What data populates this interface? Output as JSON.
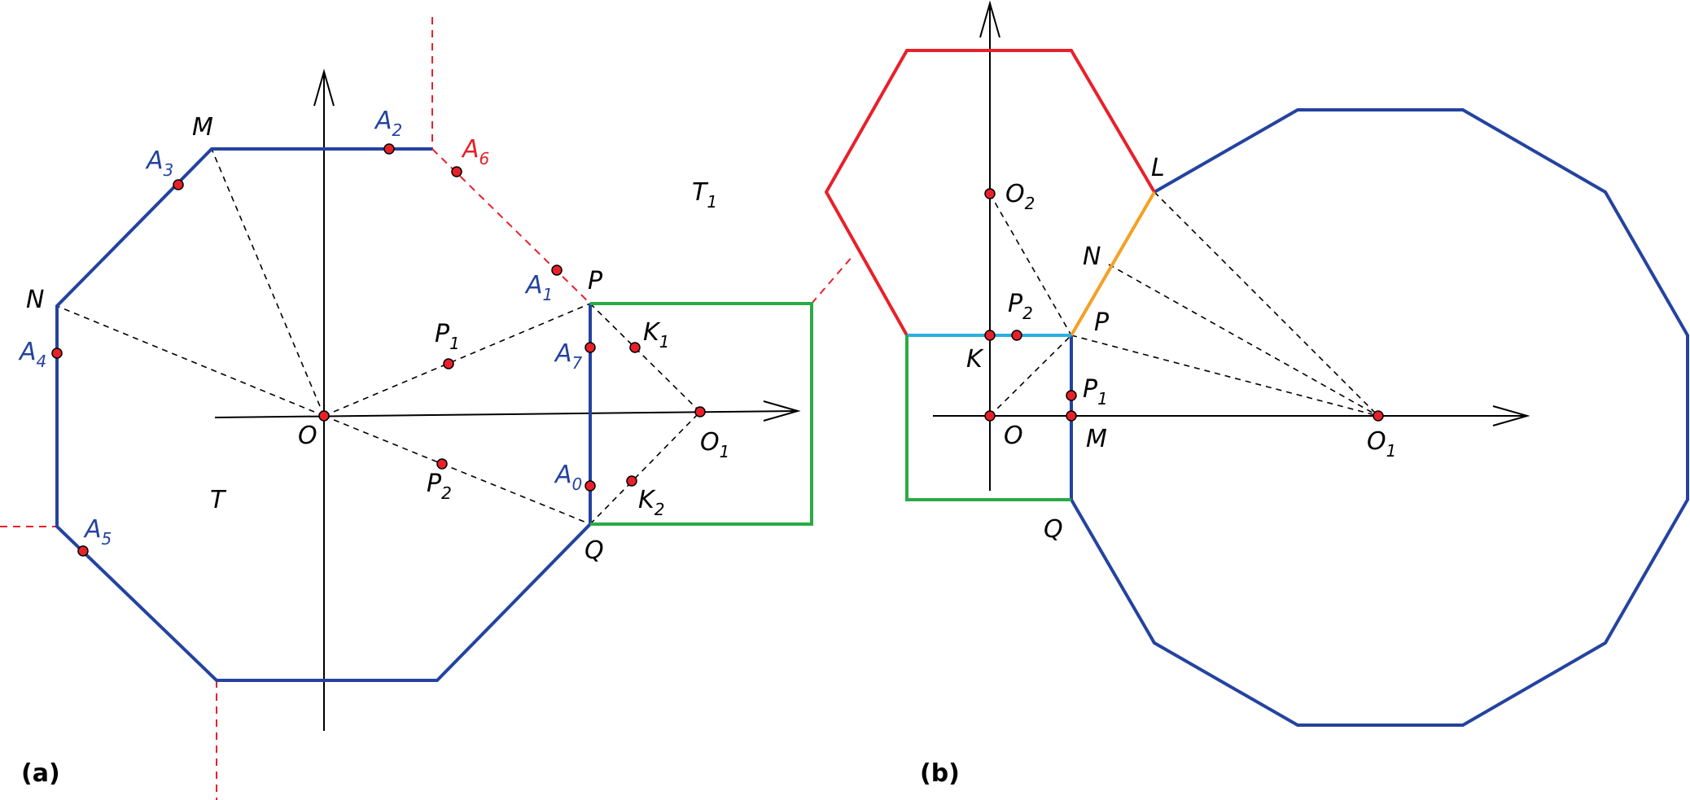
{
  "colors": {
    "blue": "#2443a0",
    "red": "#e8202a",
    "green": "#2aab44",
    "cyan": "#2ab0e0",
    "orange": "#f5a023",
    "black": "#000000",
    "point_fill": "#e8202a"
  },
  "panels": [
    {
      "id": "a",
      "tag": "(a)",
      "labels": [
        {
          "key": "M",
          "text": "M",
          "sub": "",
          "color": "black"
        },
        {
          "key": "N",
          "text": "N",
          "sub": "",
          "color": "black"
        },
        {
          "key": "P",
          "text": "P",
          "sub": "",
          "color": "black"
        },
        {
          "key": "Q",
          "text": "Q",
          "sub": "",
          "color": "black"
        },
        {
          "key": "O",
          "text": "O",
          "sub": "",
          "color": "black"
        },
        {
          "key": "O1",
          "text": "O",
          "sub": "1",
          "color": "black"
        },
        {
          "key": "T",
          "text": "T",
          "sub": "",
          "color": "black"
        },
        {
          "key": "T1",
          "text": "T",
          "sub": "1",
          "color": "black"
        },
        {
          "key": "P1",
          "text": "P",
          "sub": "1",
          "color": "black"
        },
        {
          "key": "P2",
          "text": "P",
          "sub": "2",
          "color": "black"
        },
        {
          "key": "K1",
          "text": "K",
          "sub": "1",
          "color": "black"
        },
        {
          "key": "K2",
          "text": "K",
          "sub": "2",
          "color": "black"
        },
        {
          "key": "A0",
          "text": "A",
          "sub": "0",
          "color": "blue"
        },
        {
          "key": "A1",
          "text": "A",
          "sub": "1",
          "color": "blue"
        },
        {
          "key": "A2",
          "text": "A",
          "sub": "2",
          "color": "blue"
        },
        {
          "key": "A3",
          "text": "A",
          "sub": "3",
          "color": "blue"
        },
        {
          "key": "A4",
          "text": "A",
          "sub": "4",
          "color": "blue"
        },
        {
          "key": "A5",
          "text": "A",
          "sub": "5",
          "color": "blue"
        },
        {
          "key": "A6",
          "text": "A",
          "sub": "6",
          "color": "red"
        },
        {
          "key": "A7",
          "text": "A",
          "sub": "7",
          "color": "blue"
        }
      ]
    },
    {
      "id": "b",
      "tag": "(b)",
      "labels": [
        {
          "key": "L",
          "text": "L",
          "sub": "",
          "color": "black"
        },
        {
          "key": "N",
          "text": "N",
          "sub": "",
          "color": "black"
        },
        {
          "key": "P",
          "text": "P",
          "sub": "",
          "color": "black"
        },
        {
          "key": "Q",
          "text": "Q",
          "sub": "",
          "color": "black"
        },
        {
          "key": "O",
          "text": "O",
          "sub": "",
          "color": "black"
        },
        {
          "key": "K",
          "text": "K",
          "sub": "",
          "color": "black"
        },
        {
          "key": "M",
          "text": "M",
          "sub": "",
          "color": "black"
        },
        {
          "key": "O1",
          "text": "O",
          "sub": "1",
          "color": "black"
        },
        {
          "key": "O2",
          "text": "O",
          "sub": "2",
          "color": "black"
        },
        {
          "key": "P1",
          "text": "P",
          "sub": "1",
          "color": "black"
        },
        {
          "key": "P2",
          "text": "P",
          "sub": "2",
          "color": "black"
        }
      ]
    }
  ]
}
